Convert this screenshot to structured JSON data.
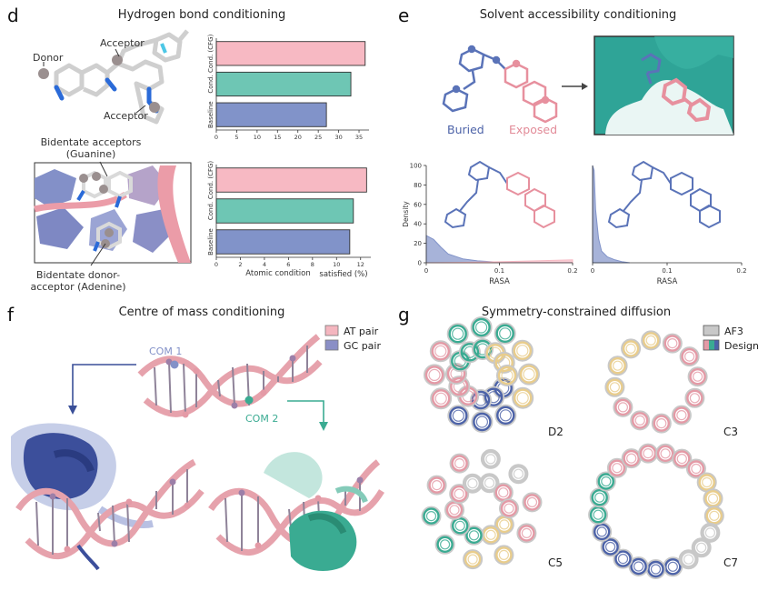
{
  "panels": {
    "d": {
      "letter": "d",
      "title": "Hydrogen bond conditioning",
      "mol_labels": {
        "donor": "Donor",
        "acceptor_top": "Acceptor",
        "acceptor_bottom": "Acceptor"
      },
      "dna_labels": {
        "bidentate_acceptors_1": "Bidentate acceptors",
        "bidentate_acceptors_2": "(Guanine)",
        "bidentate_donor_1": "Bidentate donor-",
        "bidentate_donor_2": "acceptor (Adenine)"
      },
      "xlabel_part1": "Atomic condition",
      "xlabel_part2": "satisfied (%)"
    },
    "e": {
      "letter": "e",
      "title": "Solvent accessibility conditioning",
      "buried": "Buried",
      "exposed": "Exposed",
      "ylabel": "Density",
      "xlabel": "RASA"
    },
    "f": {
      "letter": "f",
      "title": "Centre of mass conditioning",
      "legend_at": "AT pair",
      "legend_gc": "GC pair",
      "com1": "COM 1",
      "com2": "COM 2"
    },
    "g": {
      "letter": "g",
      "title": "Symmetry-constrained diffusion",
      "legend_af3": "AF3",
      "legend_design": "Design",
      "labels": [
        "D2",
        "C3",
        "C5",
        "C7"
      ]
    }
  },
  "colors": {
    "cfg": "#f7b9c3",
    "cond": "#6ec6b4",
    "baseline": "#8193c9",
    "blue": "#4d63a8",
    "pink": "#e49aa6",
    "teal": "#3aab92",
    "af3": "#c8c8c8",
    "yellow": "#e9cd8c"
  },
  "chart_data": [
    {
      "type": "bar",
      "orientation": "horizontal",
      "categories": [
        "Cond. (CFG)",
        "Cond.",
        "Baseline"
      ],
      "values": [
        36.5,
        33,
        27
      ],
      "xlim": [
        0,
        37
      ],
      "xticks": [
        0,
        5,
        10,
        15,
        20,
        25,
        30,
        35
      ]
    },
    {
      "type": "bar",
      "orientation": "horizontal",
      "categories": [
        "Cond. (CFG)",
        "Cond.",
        "Baseline"
      ],
      "values": [
        12.5,
        11.4,
        11.1
      ],
      "xlim": [
        0,
        12.7
      ],
      "xticks": [
        0,
        2,
        4,
        6,
        8,
        10,
        12
      ]
    },
    {
      "type": "area",
      "ylabel": "Density",
      "xlabel": "RASA",
      "xlim": [
        0,
        0.2
      ],
      "ylim": [
        0,
        100
      ],
      "xticks": [
        0,
        0.1,
        0.2
      ],
      "yticks": [
        0,
        20,
        40,
        60,
        80,
        100
      ],
      "series": [
        {
          "color": "#8193c9",
          "x": [
            0,
            0.01,
            0.02,
            0.03,
            0.05,
            0.07,
            0.09,
            0.1,
            0.2
          ],
          "y": [
            28,
            24,
            16,
            9,
            4,
            2,
            1,
            0.5,
            0.2
          ]
        },
        {
          "color": "#f7b9c3",
          "x": [
            0,
            0.1,
            0.15,
            0.2
          ],
          "y": [
            0,
            1,
            2,
            3
          ]
        }
      ]
    },
    {
      "type": "area",
      "xlabel": "RASA",
      "xlim": [
        0,
        0.2
      ],
      "ylim": [
        0,
        100
      ],
      "xticks": [
        0,
        0.1,
        0.2
      ],
      "series": [
        {
          "color": "#8193c9",
          "x": [
            0,
            0.002,
            0.004,
            0.008,
            0.012,
            0.02,
            0.03,
            0.04,
            0.05
          ],
          "y": [
            100,
            95,
            55,
            25,
            12,
            6,
            3,
            1,
            0
          ]
        }
      ]
    }
  ]
}
